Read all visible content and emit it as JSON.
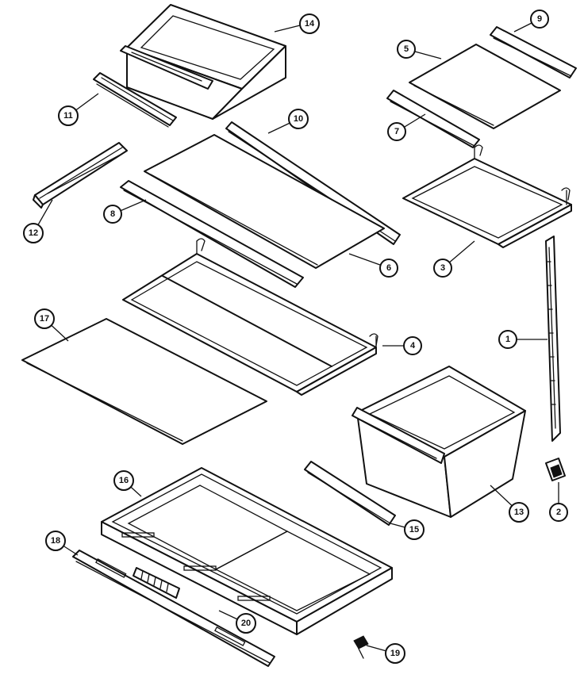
{
  "callouts": {
    "c1": "1",
    "c2": "2",
    "c3": "3",
    "c4": "4",
    "c5": "5",
    "c6": "6",
    "c7": "7",
    "c8": "8",
    "c9": "9",
    "c10": "10",
    "c11": "11",
    "c12": "12",
    "c13": "13",
    "c14": "14",
    "c15": "15",
    "c16": "16",
    "c17": "17",
    "c18": "18",
    "c19": "19",
    "c20": "20"
  },
  "colors": {
    "line": "#111111",
    "background": "#ffffff"
  }
}
